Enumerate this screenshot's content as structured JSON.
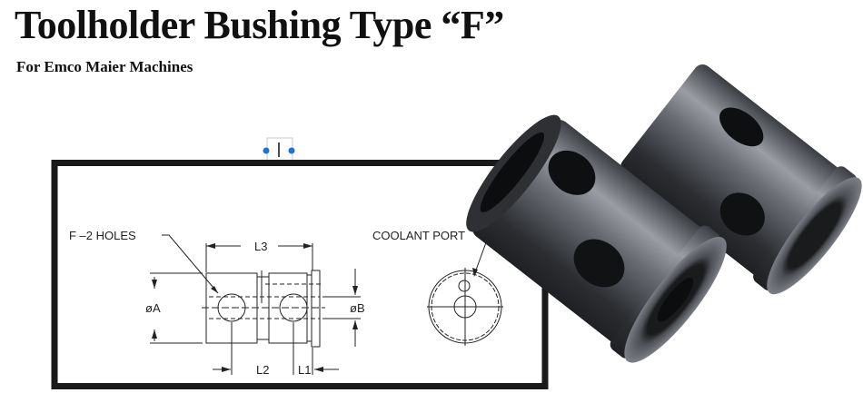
{
  "header": {
    "title": "Toolholder Bushing Type “F”",
    "subtitle": "For Emco Maier Machines"
  },
  "drawing": {
    "labels": {
      "holes": "F –2 HOLES",
      "coolant": "COOLANT PORT",
      "l3": "L3",
      "l2": "L2",
      "l1": "L1",
      "dia_a": "øA",
      "dia_b": "øB"
    }
  },
  "colors": {
    "selection_handle": "#1a73d9",
    "frame": "#1a1a1a"
  }
}
